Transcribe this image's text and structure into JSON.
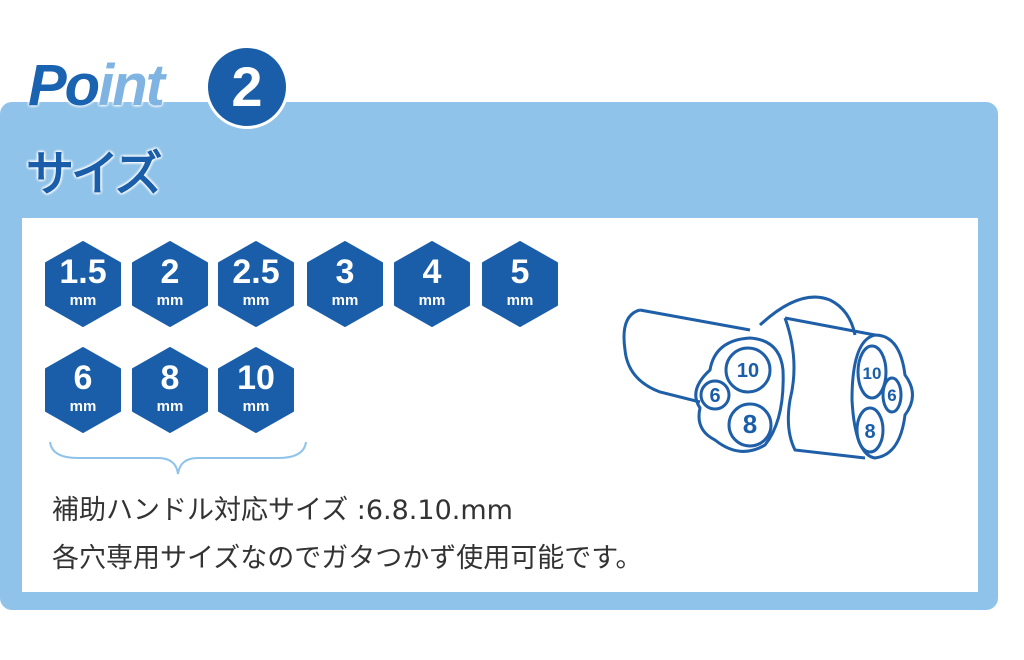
{
  "header": {
    "point_label_main": "Po",
    "point_label_faded": "int",
    "point_number": "2",
    "title": "サイズ"
  },
  "sizes": [
    {
      "value": "1.5",
      "unit": "mm"
    },
    {
      "value": "2",
      "unit": "mm"
    },
    {
      "value": "2.5",
      "unit": "mm"
    },
    {
      "value": "3",
      "unit": "mm"
    },
    {
      "value": "4",
      "unit": "mm"
    },
    {
      "value": "5",
      "unit": "mm"
    },
    {
      "value": "6",
      "unit": "mm"
    },
    {
      "value": "8",
      "unit": "mm"
    },
    {
      "value": "10",
      "unit": "mm"
    }
  ],
  "description": {
    "line1": "補助ハンドル対応サイズ :6.8.10.mm",
    "line2": "各穴専用サイズなのでガタつかず使用可能です。"
  },
  "illustration": {
    "labels": [
      "10",
      "6",
      "8"
    ]
  },
  "colors": {
    "panel": "#8fc3e9",
    "accent": "#1a5ea9"
  }
}
